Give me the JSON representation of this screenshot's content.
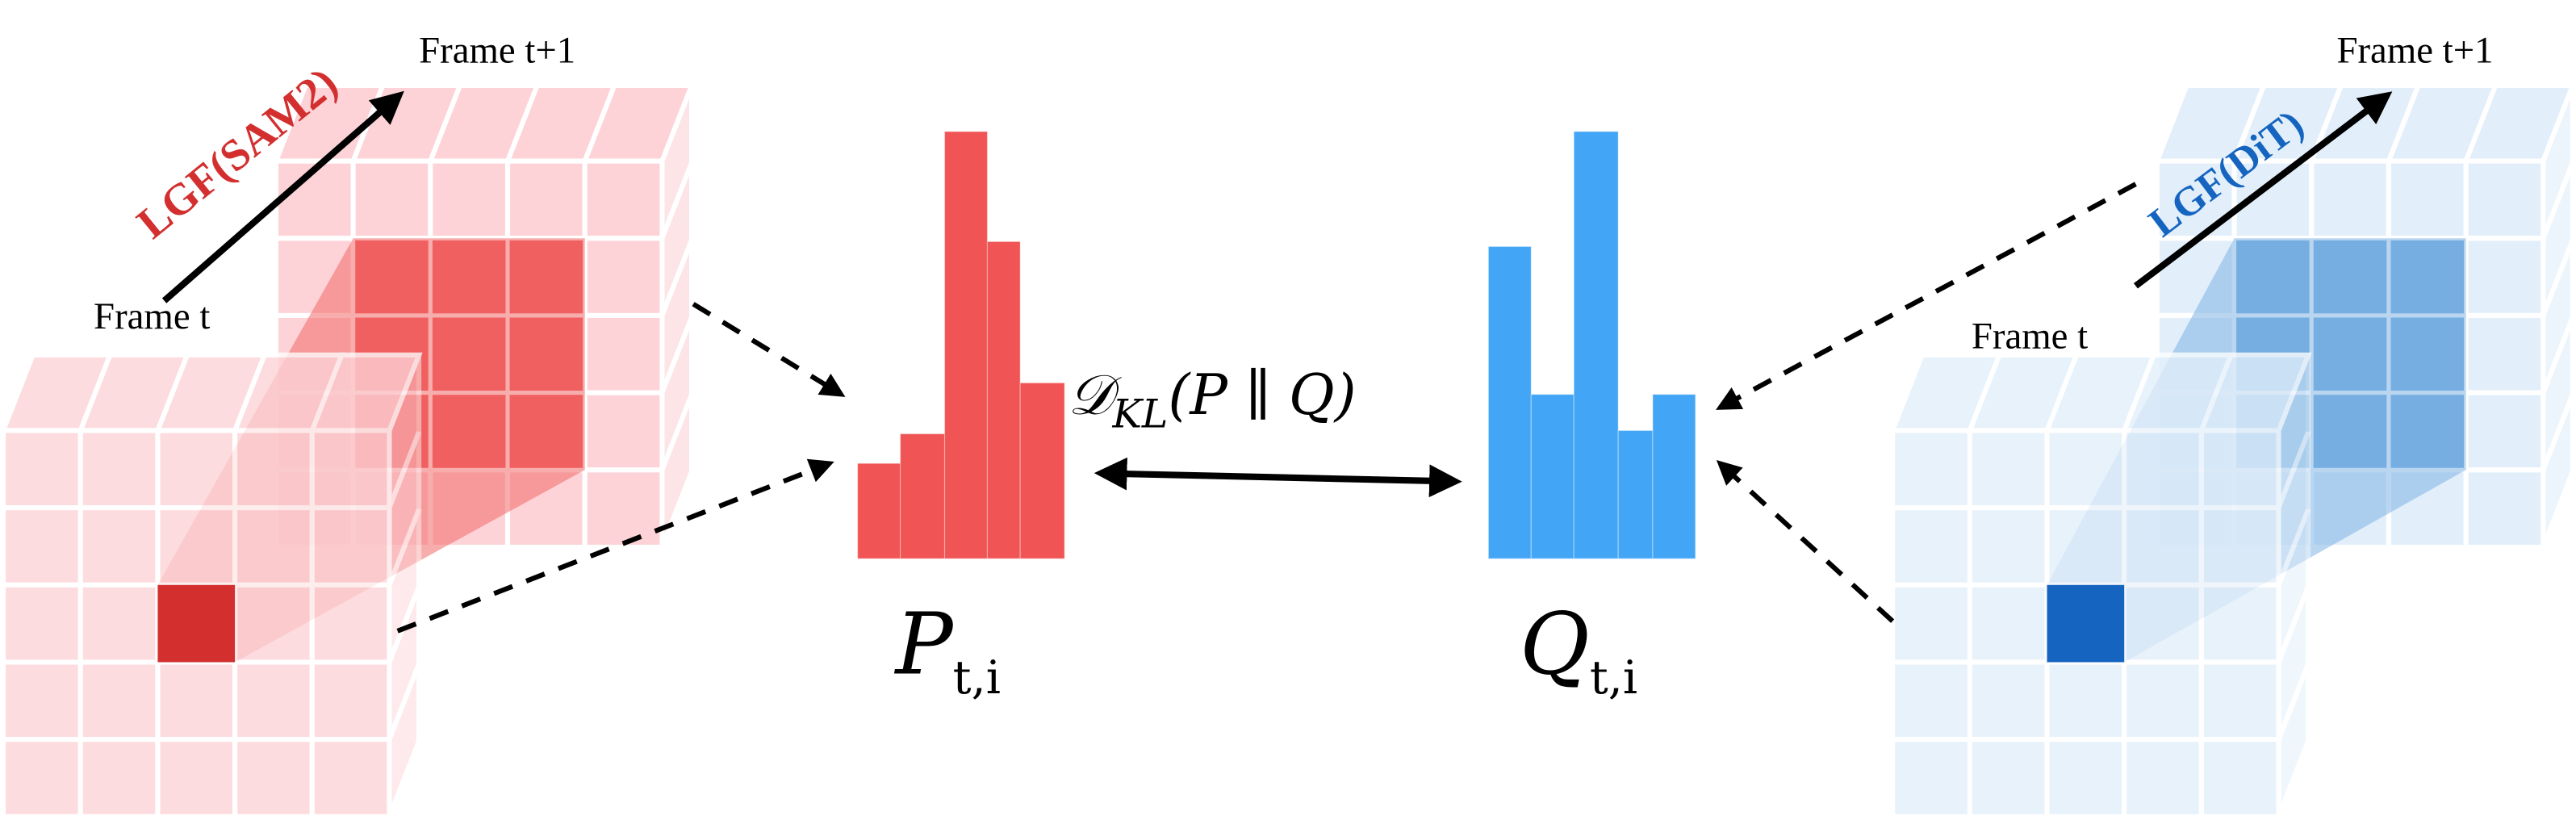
{
  "left": {
    "frame_t": "Frame t",
    "frame_t1": "Frame t+1",
    "method": "LGF(SAM2)",
    "colors": {
      "light": "#fdd3d7",
      "region": "#f05555",
      "cell": "#d32f2f",
      "projection": "#f26a6a"
    }
  },
  "right": {
    "frame_t": "Frame t",
    "frame_t1": "Frame t+1",
    "method": "LGF(DiT)",
    "colors": {
      "light": "#e2effb",
      "region": "#6aa8de",
      "cell": "#1565c0",
      "projection": "#7fb3e3"
    }
  },
  "divergence": {
    "D": "𝒟",
    "sub": "KL",
    "args": "(P ∥ Q)"
  },
  "hist_p": {
    "symbol": "P",
    "sub": "t,i",
    "color": "#f05454",
    "values": [
      58,
      76,
      260,
      193,
      107
    ]
  },
  "hist_q": {
    "symbol": "Q",
    "sub": "t,i",
    "color": "#42a5f5",
    "values": [
      190,
      100,
      260,
      78,
      100
    ]
  }
}
